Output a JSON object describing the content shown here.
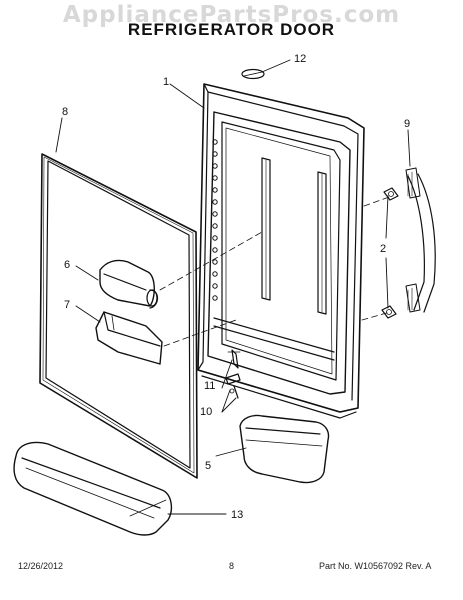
{
  "watermark": "AppliancePartsPros.com",
  "title": "REFRIGERATOR DOOR",
  "callouts": {
    "c1": "1",
    "c2": "2",
    "c5": "5",
    "c6": "6",
    "c7": "7",
    "c8": "8",
    "c9": "9",
    "c10": "10",
    "c11": "11",
    "c12": "12",
    "c13": "13"
  },
  "footer": {
    "date": "12/26/2012",
    "page": "8",
    "part_number": "Part No. W10567092  Rev. A"
  }
}
